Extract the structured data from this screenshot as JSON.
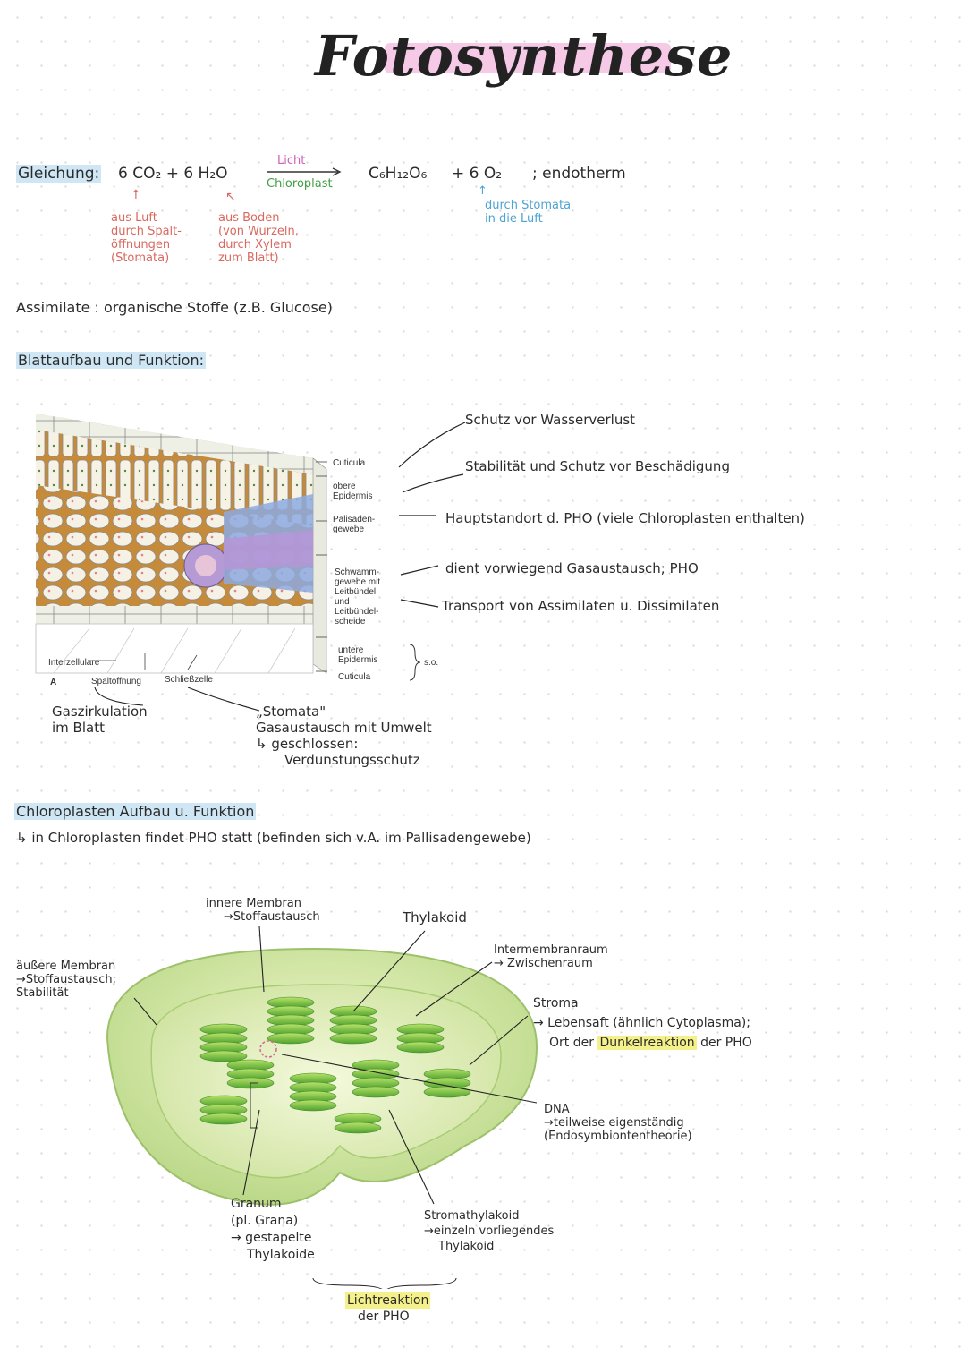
{
  "title": "Fotosynthese",
  "equation": {
    "label": "Gleichung:",
    "lhs": "6 CO₂  + 6 H₂O",
    "arrow_top": "Licht",
    "arrow_bottom": "Chloroplast",
    "rhs_glucose": "C₆H₁₂O₆",
    "rhs_oxygen": "+ 6 O₂",
    "suffix": "; endotherm",
    "co2_note": [
      "aus Luft",
      "durch Spalt-",
      "öffnungen",
      "(Stomata)"
    ],
    "h2o_note": [
      "aus Boden",
      "(von Wurzeln,",
      "durch Xylem",
      "zum Blatt)"
    ],
    "o2_note": [
      "durch Stomata",
      "in die Luft"
    ]
  },
  "assimilate": "Assimilate : organische Stoffe (z.B. Glucose)",
  "leaf": {
    "heading": "Blattaufbau und Funktion:",
    "labels": {
      "cuticula_top": "Cuticula",
      "obere_epidermis": [
        "obere",
        "Epidermis"
      ],
      "palisaden": [
        "Palisaden-",
        "gewebe"
      ],
      "schwamm": [
        "Schwamm-",
        "gewebe mit",
        "Leitbündel",
        "und",
        "Leitbündel-",
        "scheide"
      ],
      "untere_epidermis": [
        "untere",
        "Epidermis"
      ],
      "cuticula_bottom": "Cuticula",
      "so": "s.o.",
      "interzellulare": "Interzellulare",
      "figure_letter": "A",
      "spaltoeffnung": "Spaltöffnung",
      "schliesszelle": "Schließzelle"
    },
    "notes": {
      "wasserverlust": "Schutz vor Wasserverlust",
      "stabilitaet": "Stabilität und Schutz vor Beschädigung",
      "pho": "Hauptstandort d. PHO (viele Chloroplasten enthalten)",
      "gasaustausch": "dient vorwiegend Gasaustausch; PHO",
      "transport": "Transport von Assimilaten u. Dissimilaten",
      "gaszirkulation": [
        "Gaszirkulation",
        "im Blatt"
      ],
      "stomata": [
        "„Stomata\"",
        "Gasaustausch mit Umwelt",
        "↳ geschlossen:",
        "Verdunstungsschutz"
      ]
    }
  },
  "chloroplast": {
    "heading": "Chloroplasten Aufbau u. Funktion",
    "subline": "↳ in Chloroplasten findet PHO statt (befinden sich v.A. im Pallisadengewebe)",
    "labels": {
      "innere_membran": [
        "innere Membran",
        "→Stoffaustausch"
      ],
      "thylakoid": "Thylakoid",
      "intermembranraum": [
        "Intermembranraum",
        "→ Zwischenraum"
      ],
      "aeussere_membran": [
        "äußere Membran",
        "→Stoffaustausch;",
        "Stabilität"
      ],
      "stroma": [
        "Stroma",
        "→ Lebensaft (ähnlich Cytoplasma);"
      ],
      "dunkel_prefix": "Ort der",
      "dunkelreaktion": "Dunkelreaktion",
      "dunkel_suffix": "der PHO",
      "dna": [
        "DNA",
        "→teilweise eigenständig",
        "(Endosymbiontentheorie)"
      ],
      "granum": [
        "Granum",
        "(pl. Grana)",
        "→ gestapelte",
        "Thylakoide"
      ],
      "stromathylakoid": [
        "Stromathylakoid",
        "→einzeln vorliegendes",
        "Thylakoid"
      ],
      "lichtreaktion": [
        "Lichtreaktion",
        "der PHO"
      ]
    }
  },
  "colors": {
    "title_highlight": "#f6c9e6",
    "note_red": "#d9695f",
    "note_blue": "#4fa3d1",
    "arrow_pink": "#d060b8",
    "highlight_yellow": "#f4f08a",
    "highlight_blue": "#cfe7f5"
  }
}
